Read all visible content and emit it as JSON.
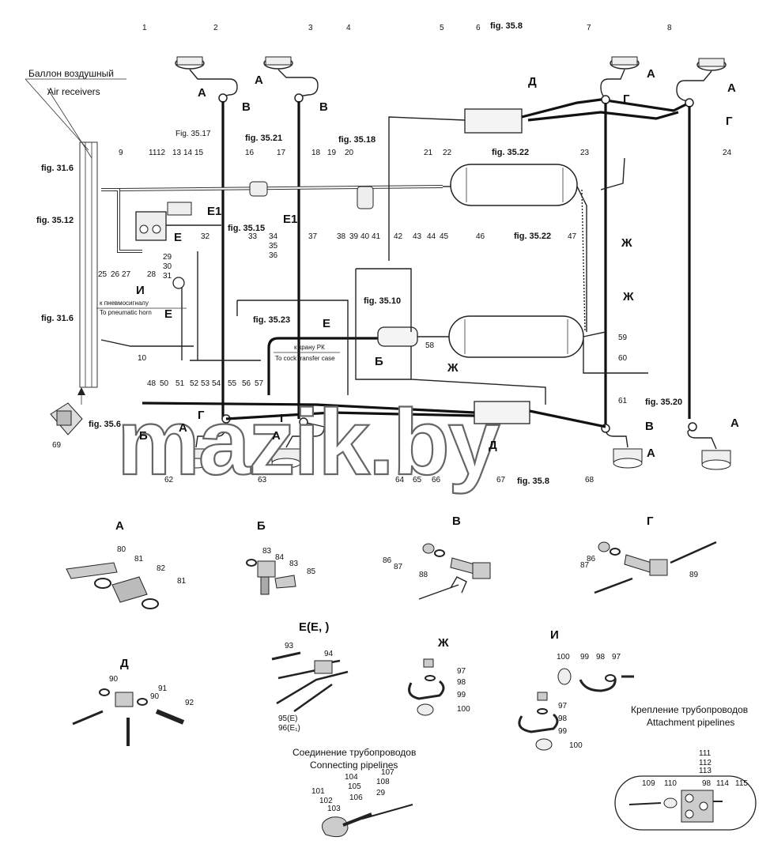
{
  "top_titles": {
    "receiver_ru": "Баллон воздушный",
    "receiver_en": "Air receivers"
  },
  "fig_refs": [
    {
      "id": "f358a",
      "text": "fig. 35.8"
    },
    {
      "id": "f3517",
      "text": "Fig. 35.17"
    },
    {
      "id": "f3521",
      "text": "fig. 35.21"
    },
    {
      "id": "f3518",
      "text": "fig. 35.18"
    },
    {
      "id": "f3522a",
      "text": "fig. 35.22"
    },
    {
      "id": "f316a",
      "text": "fig. 31.6"
    },
    {
      "id": "f3512",
      "text": "fig. 35.12"
    },
    {
      "id": "f3515",
      "text": "fig. 35.15"
    },
    {
      "id": "f3522b",
      "text": "fig. 35.22"
    },
    {
      "id": "f3510",
      "text": "fig. 35.10"
    },
    {
      "id": "f3523",
      "text": "fig. 35.23"
    },
    {
      "id": "f316b",
      "text": "fig. 31.6"
    },
    {
      "id": "f3520",
      "text": "fig. 35.20"
    },
    {
      "id": "f356",
      "text": "fig. 35.6"
    },
    {
      "id": "f358b",
      "text": "fig. 35.8"
    }
  ],
  "annotations": {
    "horn_ru": "к пневмосигналу",
    "horn_en": "To pneumatic horn",
    "crane_ru": "к крану РК",
    "crane_en": "To cock transfer case"
  },
  "letters": [
    "А",
    "В",
    "Д",
    "Г",
    "Е",
    "Е1",
    "Ж",
    "И",
    "Б"
  ],
  "callouts_main": [
    "1",
    "2",
    "3",
    "4",
    "5",
    "6",
    "7",
    "8",
    "9",
    "10",
    "11",
    "12",
    "13",
    "14",
    "15",
    "16",
    "17",
    "18",
    "19",
    "20",
    "21",
    "22",
    "23",
    "24",
    "25",
    "26",
    "27",
    "28",
    "29",
    "30",
    "31",
    "32",
    "33",
    "34",
    "35",
    "36",
    "37",
    "38",
    "39",
    "40",
    "41",
    "42",
    "43",
    "44",
    "45",
    "46",
    "47",
    "48",
    "50",
    "51",
    "52",
    "53",
    "54",
    "55",
    "56",
    "57",
    "58",
    "59",
    "60",
    "61",
    "62",
    "63",
    "64",
    "65",
    "66",
    "67",
    "68",
    "69"
  ],
  "detail_titles": {
    "A": "А",
    "B": "Б",
    "V": "В",
    "G": "Г",
    "E": "Е(Е, )",
    "D": "Д",
    "Zh": "Ж",
    "I": "И"
  },
  "detail_callouts": [
    "80",
    "81",
    "82",
    "81",
    "83",
    "84",
    "83",
    "85",
    "86",
    "87",
    "88",
    "86",
    "87",
    "89",
    "93",
    "94",
    "95(Е)",
    "96(Е₁)",
    "90",
    "91",
    "90",
    "92",
    "97",
    "98",
    "99",
    "100",
    "100",
    "99",
    "98",
    "97",
    "97",
    "98",
    "99",
    "100",
    "101",
    "102",
    "103",
    "104",
    "105",
    "106",
    "107",
    "108",
    "29",
    "109",
    "110",
    "111",
    "112",
    "113",
    "98",
    "114",
    "115"
  ],
  "captions": {
    "connect_ru": "Соединение трубопроводов",
    "connect_en": "Connecting pipelines",
    "attach_ru": "Крепление трубопроводов",
    "attach_en": "Attachment pipelines"
  },
  "watermark": "mazik.by"
}
